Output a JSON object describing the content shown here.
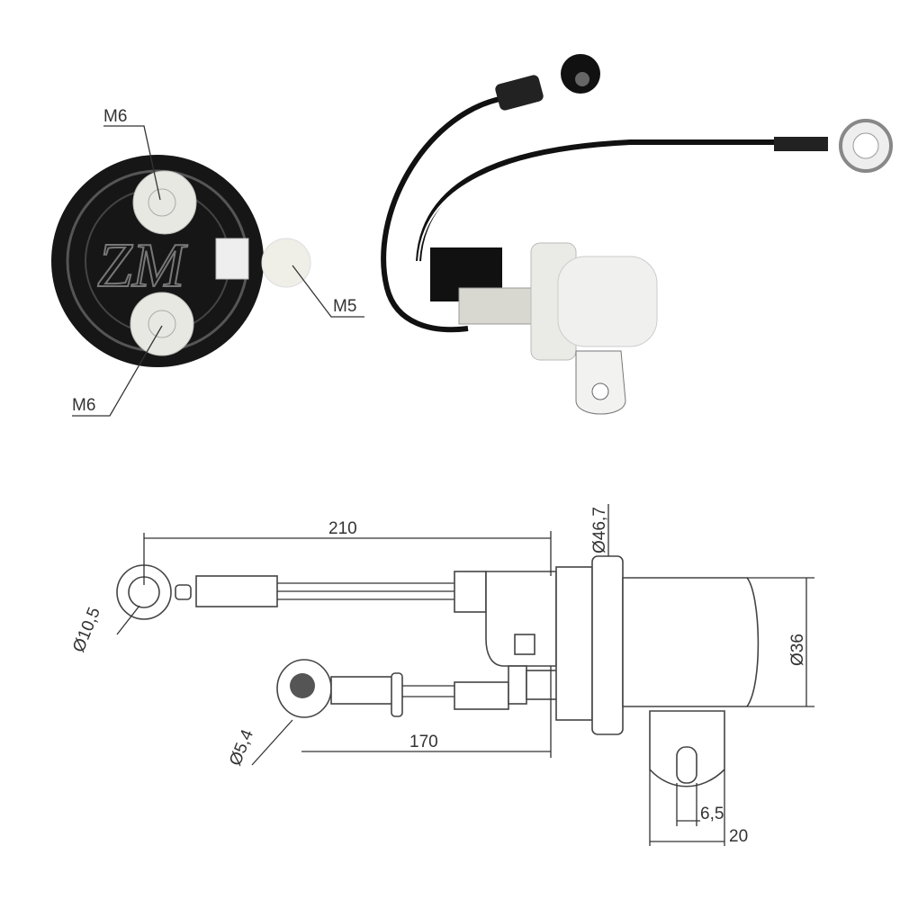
{
  "photo_front": {
    "labels": {
      "top_stud": "M6",
      "side_stud": "M5",
      "bottom_stud": "M6"
    },
    "watermark": "ZM"
  },
  "drawing": {
    "dims": {
      "length_long_lead": "210",
      "flange_diameter": "Ø46,7",
      "ring_terminal_diameter": "Ø10,5",
      "body_diameter": "Ø36",
      "small_terminal_diameter": "Ø5,4",
      "length_short_lead": "170",
      "mount_hole": "6,5",
      "mount_width": "20"
    }
  },
  "colors": {
    "body_dark": "#1a1a1a",
    "terminal": "#e6e6e0",
    "line": "#333333"
  }
}
